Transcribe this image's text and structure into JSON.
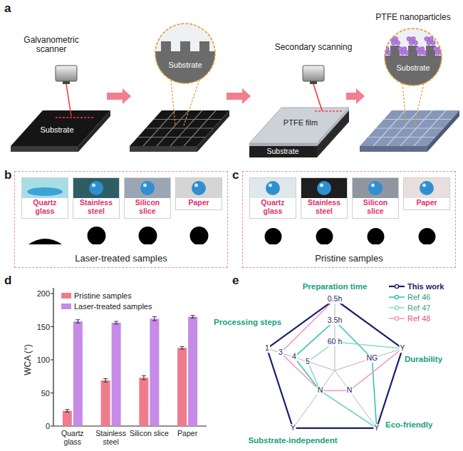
{
  "diagram": {
    "nodes": [
      {
        "text": [
          "Laser-treated samples"
        ]
      },
      {
        "text": [
          "Quartz glass"
        ],
        "in": 0
      },
      {
        "text": [
          "Stainless steel"
        ],
        "in": 0
      },
      {
        "text": [
          "Silicon slice"
        ],
        "in": 0
      },
      {
        "text": [
          "Paper"
        ],
        "in": 0
      },
      {
        "text": [
          "Pristine samples"
        ]
      },
      {
        "text": [
          "Quartz glass"
        ],
        "in": 5
      },
      {
        "text": [
          "Stainless steel"
        ],
        "in": 5
      },
      {
        "text": [
          "Silicon slice"
        ],
        "in": 5
      },
      {
        "text": [
          "Paper"
        ],
        "in": 5
      }
    ],
    "labels": [
      "a",
      "Galvanometric scanner",
      "Substrate",
      "Substrate",
      "Secondary scanning",
      "PTFE film",
      "Substrate",
      "PTFE nanoparticles",
      "Substrate",
      "b",
      "c",
      "d",
      "WCA (°)",
      "200",
      "150",
      "100",
      "50",
      "0",
      "Quartz glass",
      "Stainless steel",
      "Silicon slice",
      "Paper",
      "e",
      "Preparation time",
      "0.5h",
      "3.5h",
      "60 h",
      "Durability",
      "Y",
      "NG",
      "Eco-friendly",
      "Y",
      "N",
      "Substrate-independent",
      "Y",
      "N",
      "Processing steps",
      "1",
      "3",
      "4",
      "5"
    ],
    "legend": [
      {
        "text": "Pristine samples",
        "color": "#f07b8c"
      },
      {
        "text": "Laser-treated samples",
        "color": "#c58be6"
      },
      {
        "text": "This work"
      },
      {
        "text": "Ref 46"
      },
      {
        "text": "Ref 47"
      },
      {
        "text": "Ref 48"
      }
    ]
  }
}
